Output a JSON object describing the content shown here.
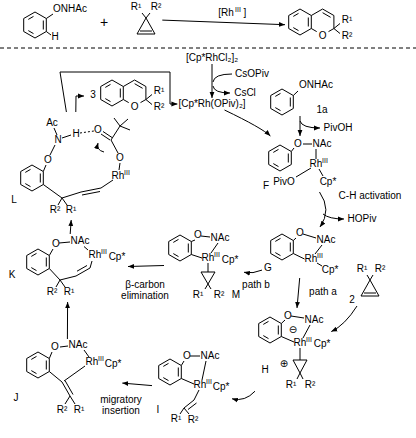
{
  "diagram": {
    "nodes": [
      {
        "text": [
          "ONHAc",
          "H"
        ]
      },
      {
        "text": [
          "R¹",
          "R²"
        ]
      },
      {
        "text": [
          "O",
          "R¹",
          "R²"
        ]
      },
      {
        "text": [
          "[Cp*RhCl₂]₂"
        ]
      },
      {
        "text": [
          "[Cp*Rh(OPiv)₂]"
        ]
      },
      {
        "text": [
          "ONHAc",
          "1a"
        ]
      },
      {
        "text": [
          "O",
          "NAc",
          "Rh",
          "III",
          "PivO",
          "Cp*",
          "F"
        ]
      },
      {
        "text": [
          "O",
          "NAc",
          "Rh",
          "III",
          "Cp*",
          "G"
        ]
      },
      {
        "text": [
          "R¹",
          "R²",
          "2"
        ]
      },
      {
        "text": [
          "O",
          "NAc",
          "⊖",
          "Rh",
          "III",
          "Cp*",
          "⊕",
          "R¹",
          "R²",
          "H"
        ]
      },
      {
        "text": [
          "O",
          "NAc",
          "Rh",
          "III",
          "Cp*",
          "R¹",
          "R²",
          "I"
        ]
      },
      {
        "text": [
          "O",
          "NAc",
          "Rh",
          "III",
          "Cp*",
          "R²",
          "R¹",
          "J"
        ]
      },
      {
        "text": [
          "O",
          "NAc",
          "Rh",
          "III",
          "Cp*",
          "R²",
          "R¹",
          "K"
        ]
      },
      {
        "text": [
          "O",
          "NAc",
          "Rh",
          "III",
          "Cp*",
          "R¹",
          "R²",
          "M"
        ]
      },
      {
        "text": [
          "Ac",
          "N",
          "H",
          "O",
          "O",
          "O",
          "Rh",
          "III",
          "R²",
          "R¹",
          "L"
        ]
      },
      {
        "text": [
          "O",
          "R¹",
          "R²",
          "3"
        ]
      }
    ],
    "edges": [
      {
        "from": 1,
        "to": 2,
        "arrow": "to"
      },
      {
        "from": 3,
        "to": 4,
        "arrow": "to"
      },
      {
        "from": 4,
        "to": 6,
        "arrow": "to"
      },
      {
        "from": 5,
        "to": 6,
        "arrow": "to"
      },
      {
        "from": 6,
        "to": 7,
        "label": "C-H activation",
        "arrow": "to"
      },
      {
        "from": 7,
        "to": 9,
        "label": "path a",
        "arrow": "to"
      },
      {
        "from": 7,
        "to": 13,
        "label": "path b",
        "arrow": "to"
      },
      {
        "from": 8,
        "to": 9,
        "arrow": "to"
      },
      {
        "from": 9,
        "to": 10,
        "arrow": "to"
      },
      {
        "from": 10,
        "to": 11,
        "label": "migratory insertion",
        "arrow": "to"
      },
      {
        "from": 11,
        "to": 12,
        "arrow": "to"
      },
      {
        "from": 13,
        "to": 12,
        "label": "β-carbon elimination",
        "arrow": "to"
      },
      {
        "from": 12,
        "to": 14,
        "arrow": "to"
      },
      {
        "from": 14,
        "to": 4,
        "arrow": "to"
      },
      {
        "from": 14,
        "to": 15,
        "arrow": "to"
      }
    ],
    "labels": [
      "+",
      "[Rh",
      "III",
      "]",
      "CsOPiv",
      "CsCl",
      "PivOH",
      "HOPiv"
    ]
  }
}
